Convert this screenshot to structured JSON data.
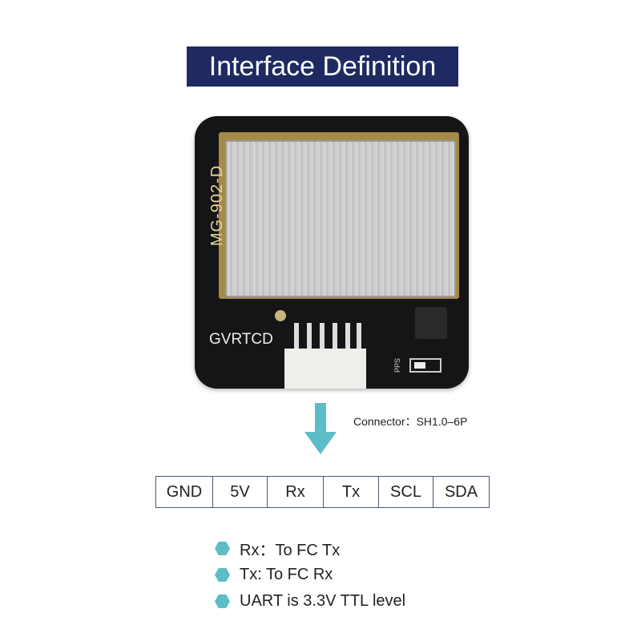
{
  "title": "Interface Definition",
  "board": {
    "model": "MG-902-D",
    "brand": "GVRTCD",
    "led_label": "PPS"
  },
  "connector_label": "Connector：SH1.0–6P",
  "pins": [
    "GND",
    "5V",
    "Rx",
    "Tx",
    "SCL",
    "SDA"
  ],
  "notes": [
    "Rx：To FC Tx",
    "Tx: To FC Rx",
    "UART is 3.3V TTL level"
  ],
  "colors": {
    "banner": "#1f2a62",
    "accent": "#5cbdc6"
  }
}
